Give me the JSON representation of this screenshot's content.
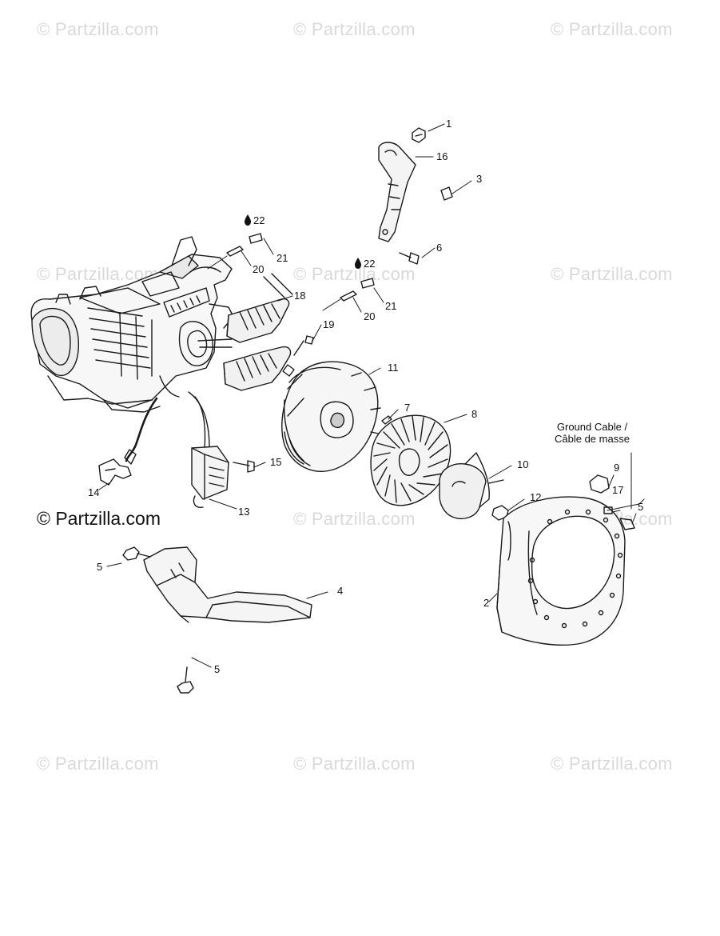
{
  "watermarks": {
    "text": "© Partzilla.com",
    "main": "© Partzilla.com"
  },
  "callouts": {
    "c1": "1",
    "c16": "16",
    "c3": "3",
    "c6": "6",
    "c22a": "22",
    "c21a": "21",
    "c20a": "20",
    "c22b": "22",
    "c21b": "21",
    "c20b": "20",
    "c18": "18",
    "c19": "19",
    "c11": "11",
    "c7": "7",
    "c8": "8",
    "c10": "10",
    "c12": "12",
    "c9": "9",
    "c17": "17",
    "c5r": "5",
    "c15": "15",
    "c14": "14",
    "c13": "13",
    "c5a": "5",
    "c4": "4",
    "c5b": "5",
    "c2": "2"
  },
  "ground_cable": {
    "line1": "Ground Cable /",
    "line2": "Câble de masse"
  },
  "icons": {
    "oil_drop": "oil-drop-icon"
  }
}
